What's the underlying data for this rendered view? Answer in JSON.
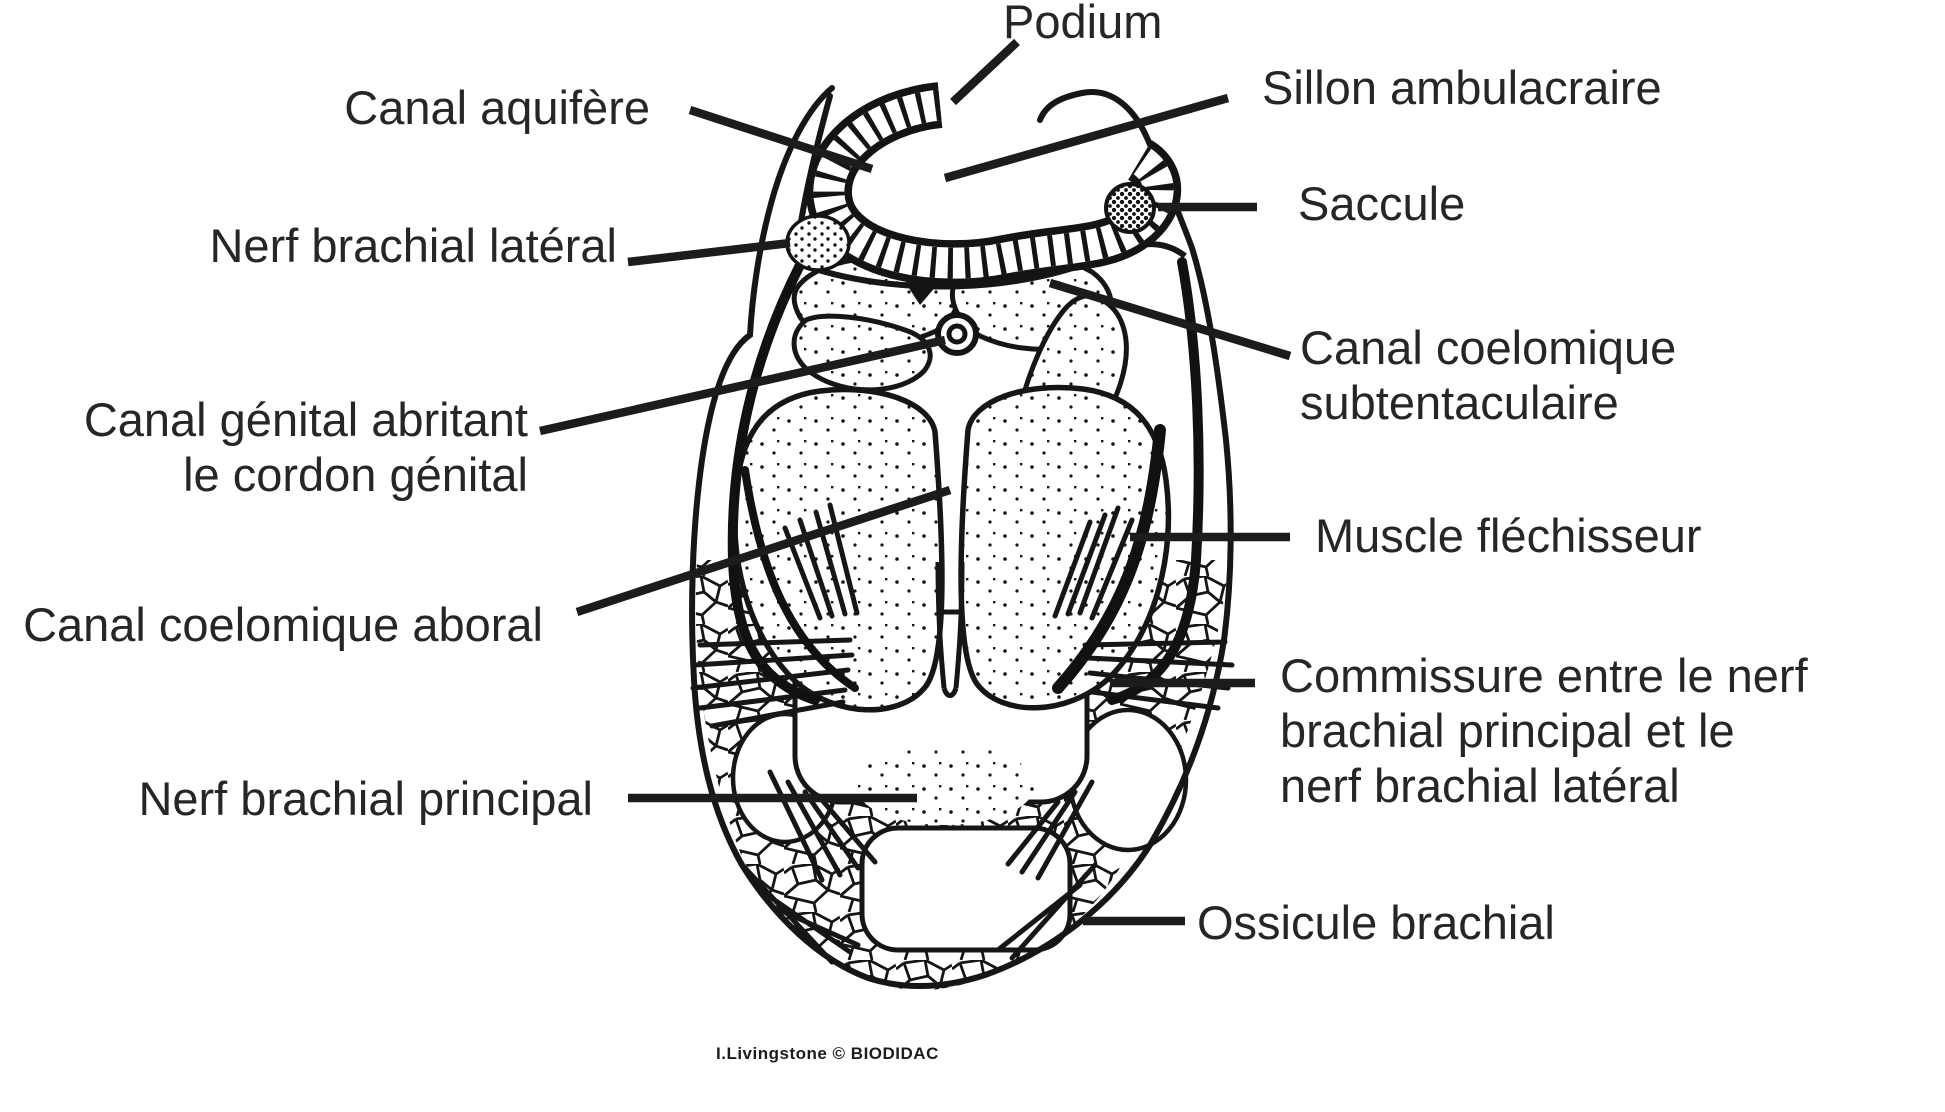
{
  "figure": {
    "type": "anatomical line drawing, cross-section of an echinoderm (ophiuroid) arm",
    "background": "#ffffff",
    "ink_color": "#1a1a1a",
    "label_color": "#262626",
    "credit": "I.Livingstone © BIODIDAC"
  },
  "labels": {
    "podium": {
      "text": "Podium"
    },
    "canal_aquifere": {
      "text": "Canal aquifère"
    },
    "sillon_ambulacraire": {
      "text": "Sillon ambulacraire"
    },
    "saccule": {
      "text": "Saccule"
    },
    "nerf_brachial_lateral": {
      "text": "Nerf brachial latéral"
    },
    "canal_coelomique_subtentaculaire": {
      "lines": [
        "Canal coelomique",
        "subtentaculaire"
      ]
    },
    "canal_genital": {
      "lines": [
        "Canal génital abritant",
        "le cordon génital"
      ]
    },
    "muscle_flechisseur": {
      "text": "Muscle fléchisseur"
    },
    "canal_coelomique_aboral": {
      "text": "Canal coelomique aboral"
    },
    "commissure": {
      "lines": [
        "Commissure entre le nerf",
        "brachial principal et le",
        "nerf brachial latéral"
      ]
    },
    "nerf_brachial_principal": {
      "text": "Nerf brachial principal"
    },
    "ossicule_brachial": {
      "text": "Ossicule brachial"
    }
  }
}
